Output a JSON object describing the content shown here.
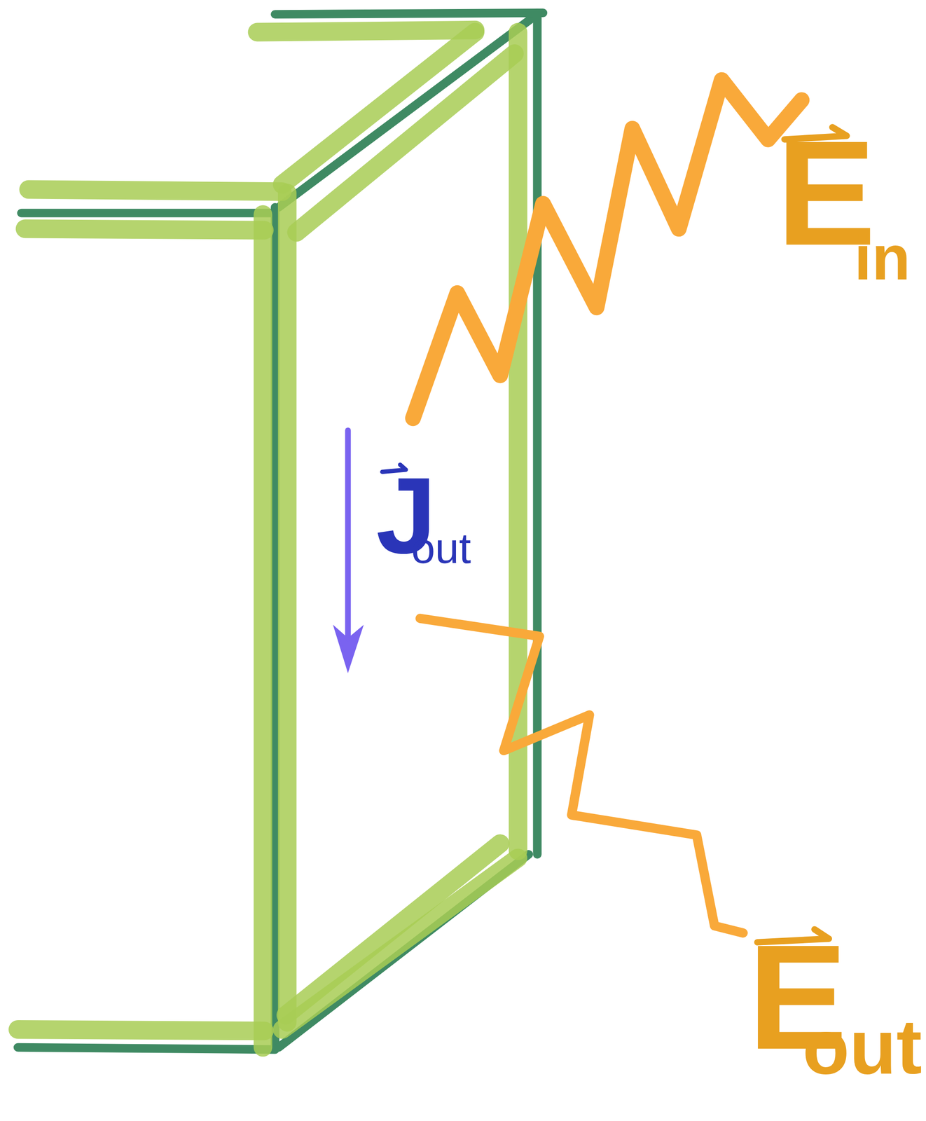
{
  "diagram": {
    "labels": [
      "E",
      "in",
      "J",
      "out",
      "E",
      "out"
    ]
  }
}
